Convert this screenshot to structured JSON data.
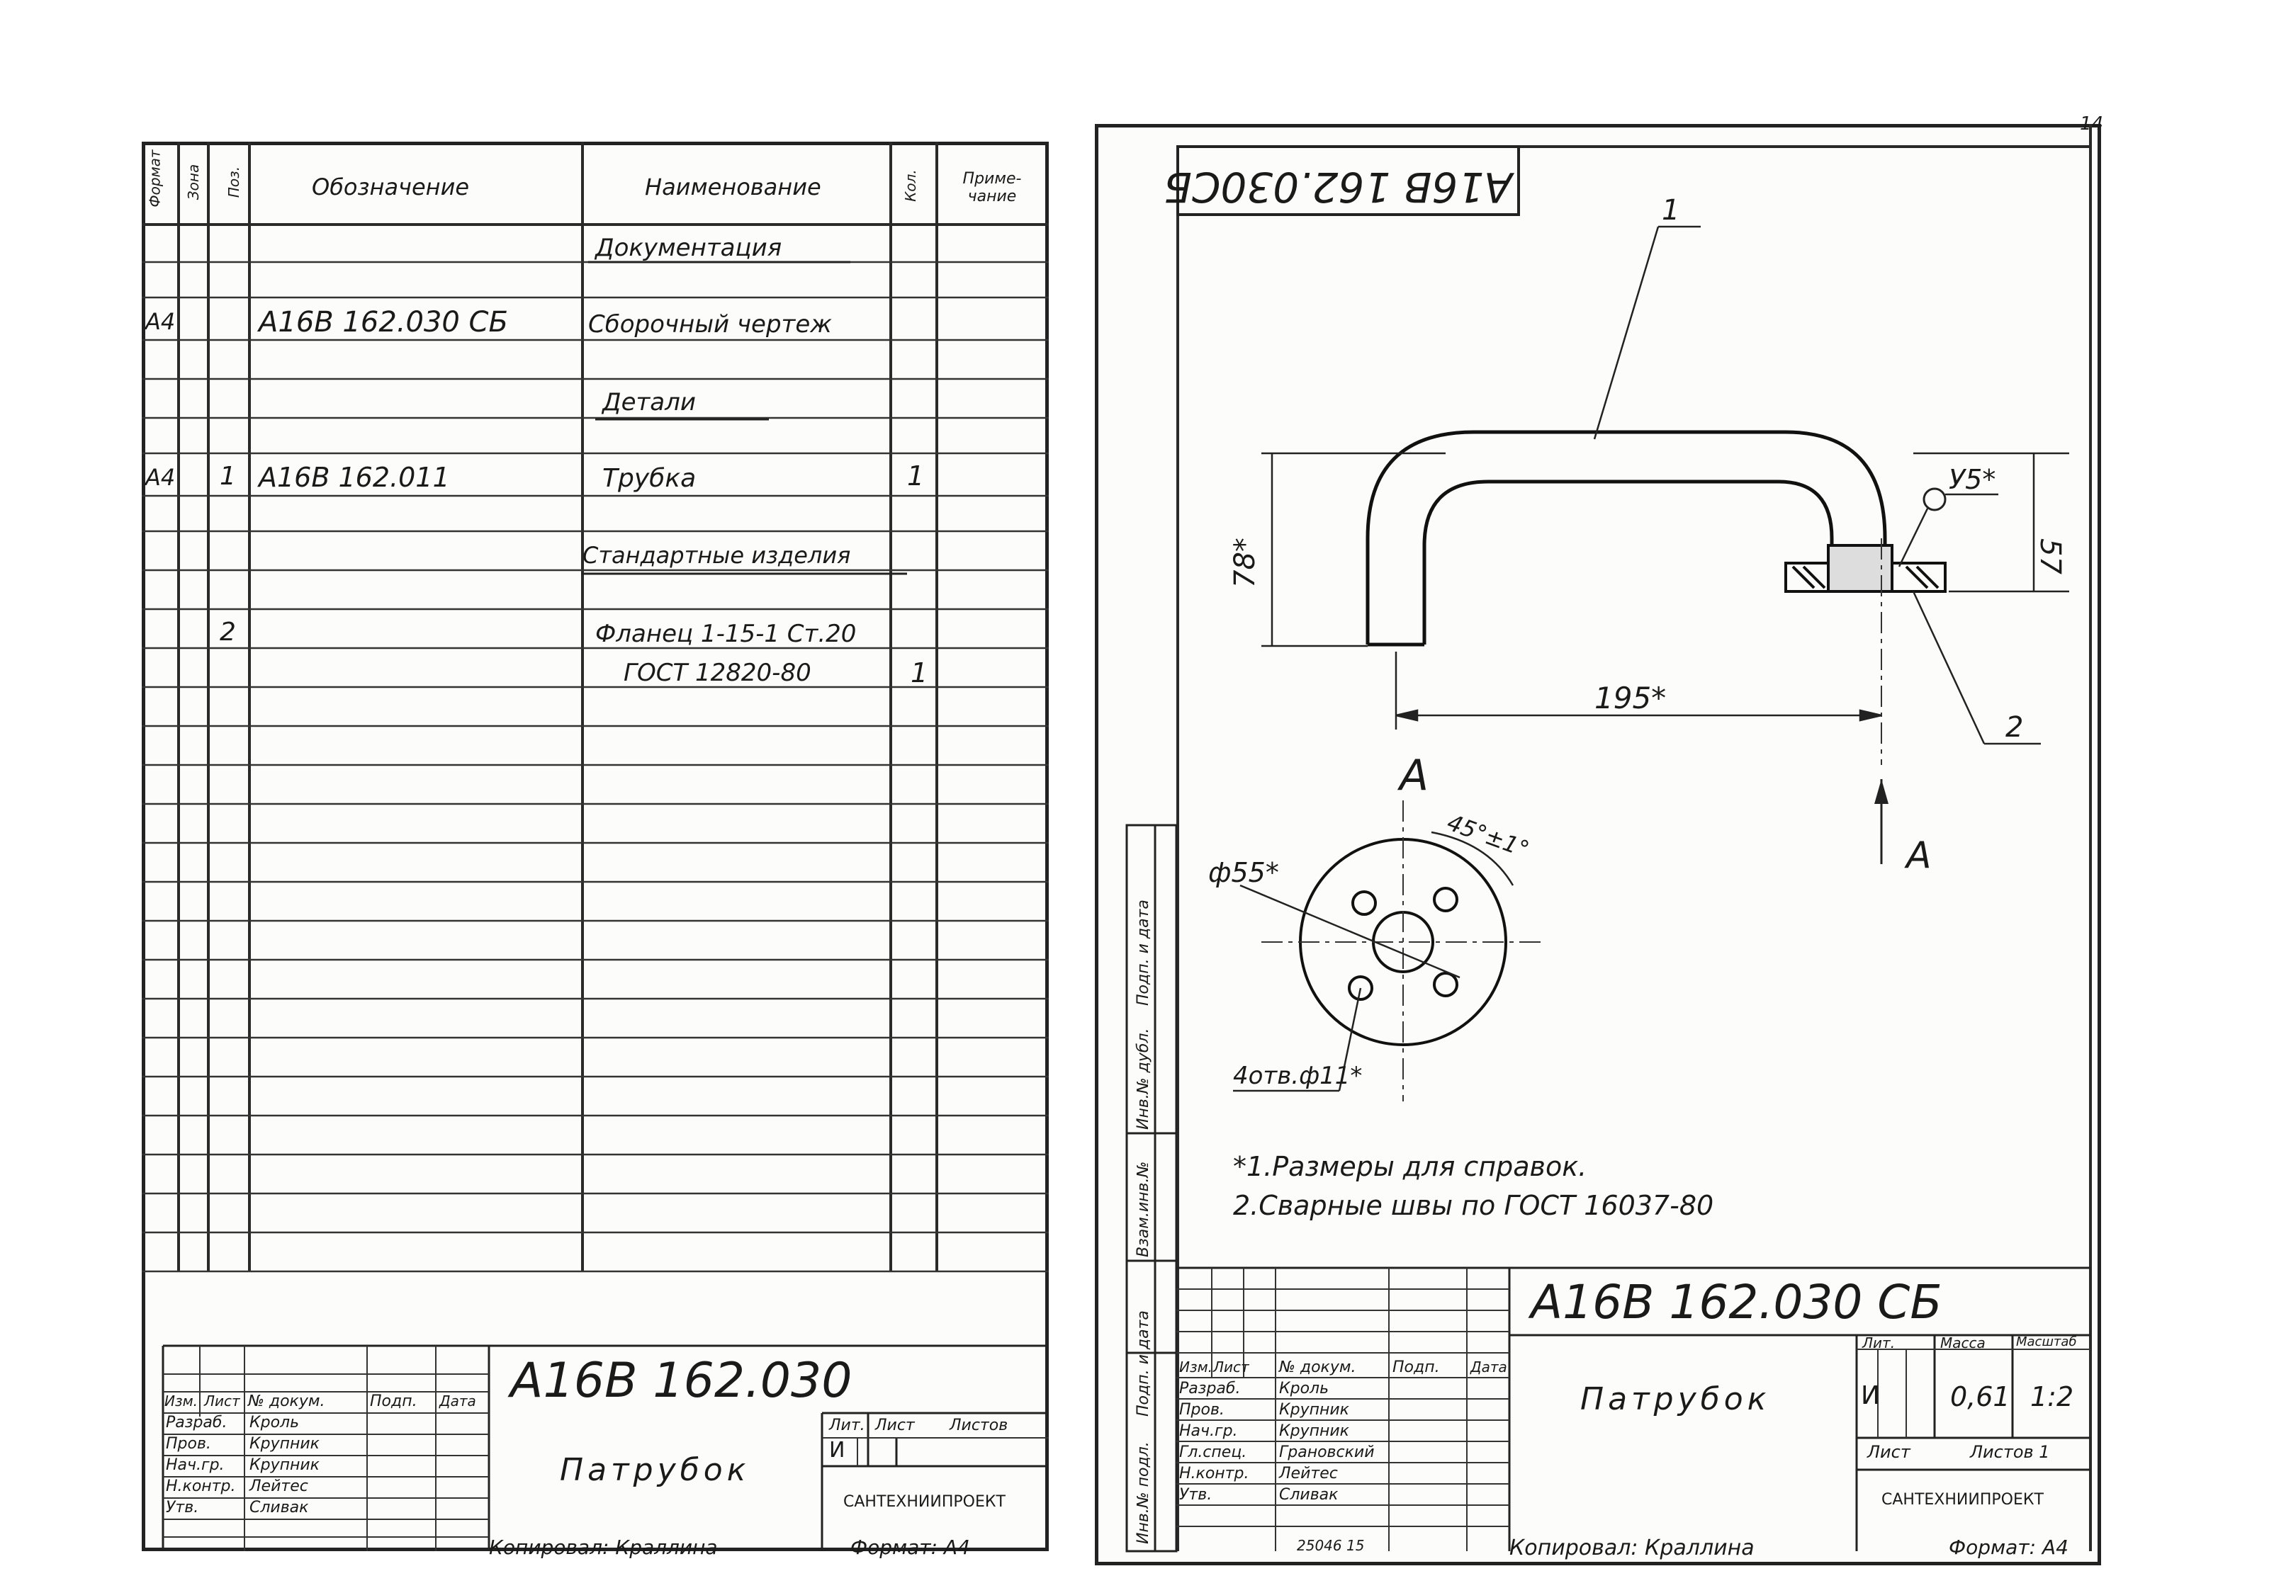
{
  "page_number": "14",
  "spec": {
    "headers": {
      "format": "Формат",
      "zone": "Зона",
      "pos": "Поз.",
      "designation": "Обозначение",
      "name": "Наименование",
      "qty": "Кол.",
      "note": "Приме-чание"
    },
    "rows": [
      {
        "format": "",
        "pos": "",
        "designation": "",
        "name": "Документация",
        "qty": ""
      },
      {
        "format": "А4",
        "pos": "",
        "designation": "А16В 162.030 СБ",
        "name": "Сборочный чертеж",
        "qty": ""
      },
      {
        "format": "",
        "pos": "",
        "designation": "",
        "name": "Детали",
        "qty": ""
      },
      {
        "format": "А4",
        "pos": "1",
        "designation": "А16В 162.011",
        "name": "Трубка",
        "qty": "1"
      },
      {
        "format": "",
        "pos": "",
        "designation": "",
        "name": "Стандартные изделия",
        "qty": ""
      },
      {
        "format": "",
        "pos": "2",
        "designation": "",
        "name": "Фланец 1-15-1 Ст.20",
        "qty": ""
      },
      {
        "format": "",
        "pos": "",
        "designation": "",
        "name": "ГОСТ 12820-80",
        "qty": "1"
      }
    ],
    "title_block": {
      "designation": "А16В 162.030",
      "name": "Патрубок",
      "org": "САНТЕХНИИПРОЕКТ",
      "lit_header": "Лит.",
      "sheet_header": "Лист",
      "sheets_header": "Листов",
      "lit_value": "И",
      "col_headers": [
        "Изм.",
        "Лист",
        "№ докум.",
        "Подп.",
        "Дата"
      ],
      "roles": [
        {
          "role": "Разраб.",
          "person": "Кроль"
        },
        {
          "role": "Пров.",
          "person": "Крупник"
        },
        {
          "role": "Нач.гр.",
          "person": "Крупник"
        },
        {
          "role": "Н.контр.",
          "person": "Лейтес"
        },
        {
          "role": "Утв.",
          "person": "Сливак"
        }
      ]
    },
    "copied_by": "Копировал: Краллина",
    "format": "Формат: А4"
  },
  "drawing": {
    "stamp_mirrored": "А16В 162.030СБ",
    "callouts": {
      "pos1": "1",
      "pos2": "2"
    },
    "dims": {
      "height": "78*",
      "height2": "57",
      "length": "195*",
      "weld": "У5*",
      "diameter": "ф55*",
      "holes": "4отв.ф11*",
      "angle": "45°±1°"
    },
    "section_label": "А",
    "notes": [
      "*1.Размеры для справок.",
      "2.Сварные швы по ГОСТ 16037-80"
    ],
    "side_labels": [
      "Инв.№ подл.",
      "Подп. и дата",
      "Взам.инв.№",
      "Инв.№ дубл.",
      "Подп. и дата"
    ],
    "title_block": {
      "designation": "А16В 162.030 СБ",
      "name": "Патрубок",
      "lit_header": "Лит.",
      "mass_header": "Масса",
      "scale_header": "Масштаб",
      "lit_value": "И",
      "mass_value": "0,61",
      "scale_value": "1:2",
      "sheet_header": "Лист",
      "sheets_header": "Листов 1",
      "org": "САНТЕХНИИПРОЕКТ",
      "col_headers": [
        "Изм.",
        "Лист",
        "№ докум.",
        "Подп.",
        "Дата"
      ],
      "roles": [
        {
          "role": "Разраб.",
          "person": "Кроль"
        },
        {
          "role": "Пров.",
          "person": "Крупник"
        },
        {
          "role": "Нач.гр.",
          "person": "Крупник"
        },
        {
          "role": "Гл.спец.",
          "person": "Грановский"
        },
        {
          "role": "Н.контр.",
          "person": "Лейтес"
        },
        {
          "role": "Утв.",
          "person": "Сливак"
        }
      ]
    },
    "copied_by": "Копировал: Краллина",
    "format": "Формат: А4",
    "bottom_code": "25046 15"
  }
}
